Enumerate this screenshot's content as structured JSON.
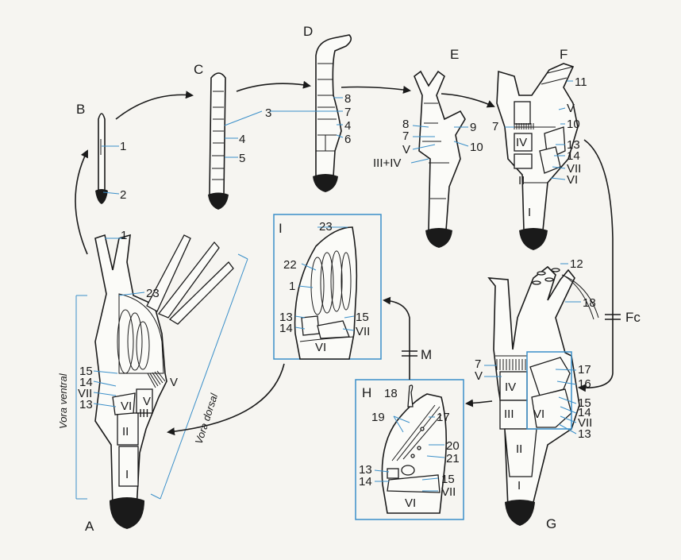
{
  "stage_letters": {
    "A": "A",
    "B": "B",
    "C": "C",
    "D": "D",
    "E": "E",
    "F": "F",
    "G": "G",
    "H": "H",
    "I": "I"
  },
  "labels": {
    "b1": "1",
    "b2": "2",
    "c3": "3",
    "c4": "4",
    "c5": "5",
    "d8": "8",
    "d7": "7",
    "d4": "4",
    "d6": "6",
    "e8": "8",
    "e9": "9",
    "e7": "7",
    "e10": "10",
    "eV": "V",
    "eIII": "III+IV",
    "f11": "11",
    "fV": "V",
    "f7": "7",
    "f10": "10",
    "f13": "13",
    "f14": "14",
    "fVII": "VII",
    "fVI": "VI",
    "a1": "1",
    "a23": "23",
    "a15": "15",
    "a14": "14",
    "aVII": "VII",
    "a13": "13",
    "aV": "V",
    "i23": "23",
    "i22": "22",
    "i1": "1",
    "i13": "13",
    "i14": "14",
    "i15": "15",
    "iVII": "VII",
    "g12": "12",
    "g18": "18",
    "g7": "7",
    "gV": "V",
    "g17": "17",
    "g16": "16",
    "g15": "15",
    "g14": "14",
    "gVII": "VII",
    "g13": "13",
    "h18": "18",
    "h19": "19",
    "h17": "17",
    "h20": "20",
    "h21": "21",
    "h13": "13",
    "h14": "14",
    "h15": "15",
    "hVII": "VII"
  },
  "segments": {
    "I": "I",
    "II": "II",
    "III": "III",
    "IV": "IV",
    "V": "V",
    "VI": "VI"
  },
  "transitions": {
    "fc": "Fc",
    "m": "M"
  },
  "vora": {
    "ventral": "Vora ventral",
    "dorsal": "Vora dorsal"
  },
  "colors": {
    "line": "#1a1a1a",
    "leader": "#3a8fc9",
    "paper": "#f6f5f1"
  }
}
